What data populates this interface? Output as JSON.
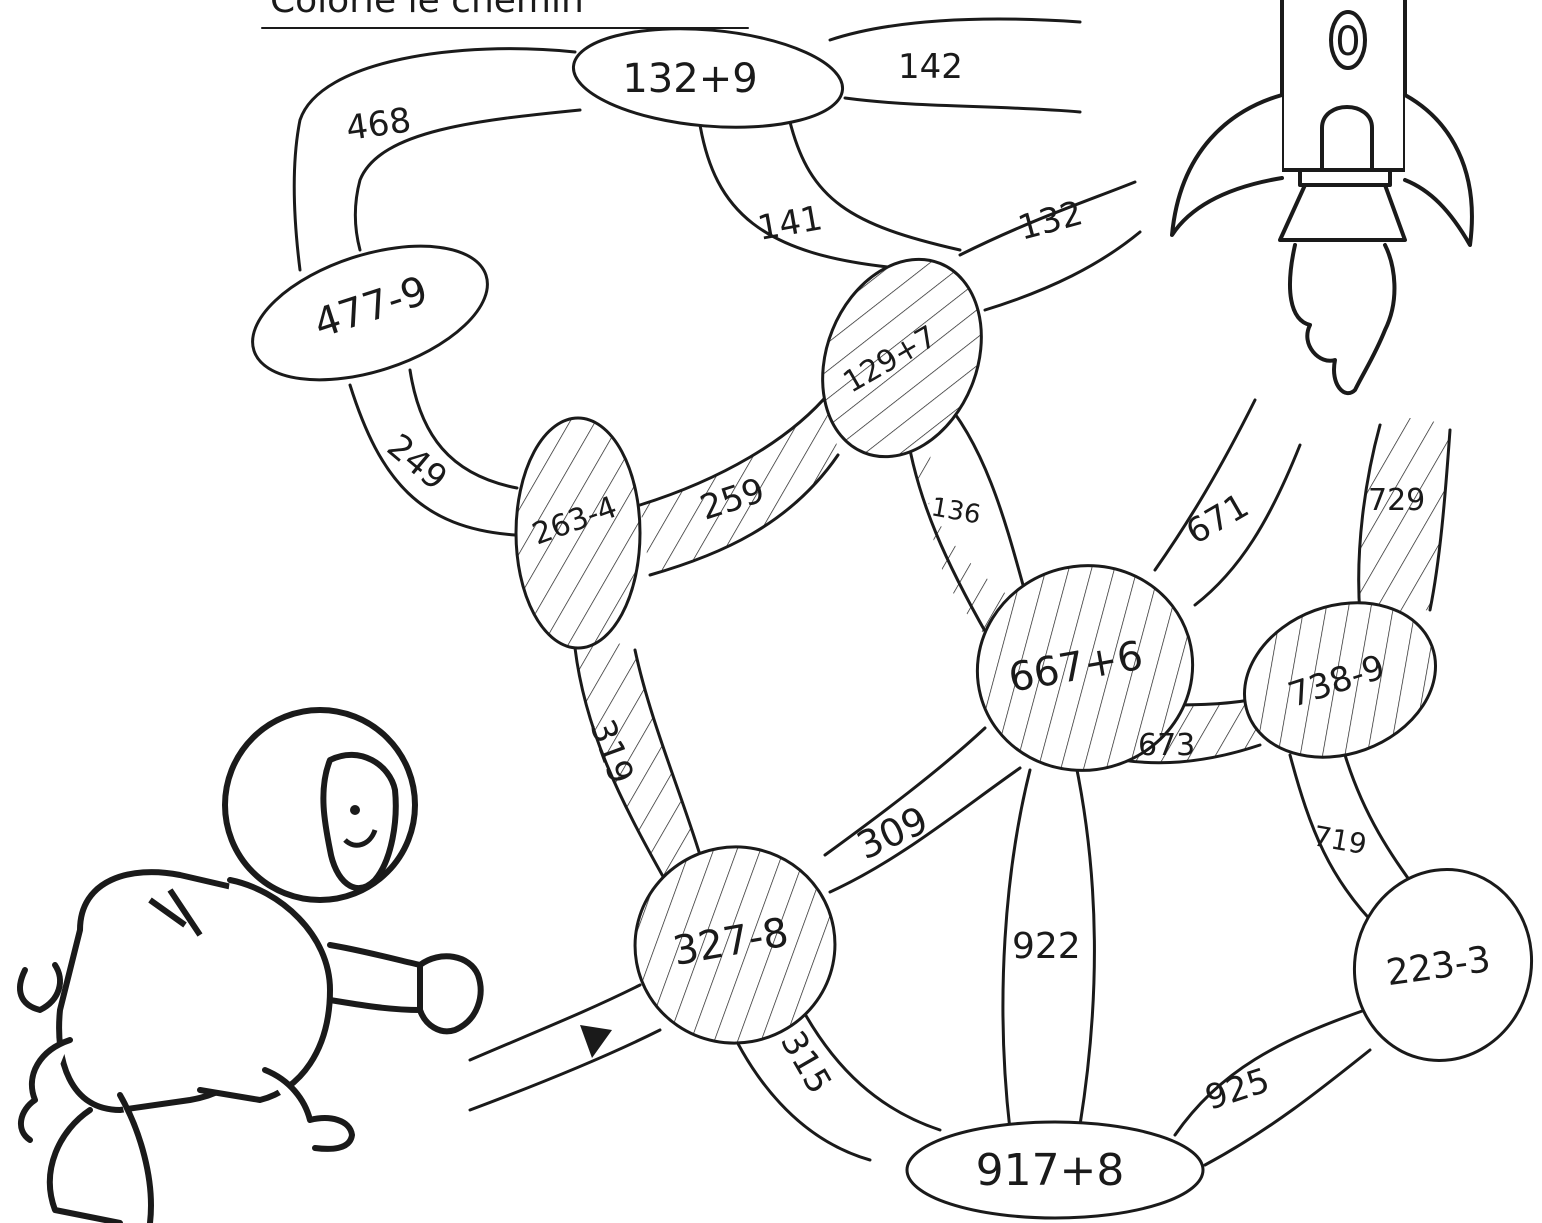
{
  "title": "Colorie le chemin",
  "rocket_label": "0",
  "nodes": [
    {
      "id": "n1",
      "label": "132+9",
      "shaded": false
    },
    {
      "id": "n2",
      "label": "477-9",
      "shaded": false
    },
    {
      "id": "n3",
      "label": "129+7",
      "shaded": true
    },
    {
      "id": "n4",
      "label": "263-4",
      "shaded": true
    },
    {
      "id": "n5",
      "label": "667+6",
      "shaded": true
    },
    {
      "id": "n6",
      "label": "738-9",
      "shaded": true
    },
    {
      "id": "n7",
      "label": "327-8",
      "shaded": true
    },
    {
      "id": "n8",
      "label": "223-3",
      "shaded": false
    },
    {
      "id": "n9",
      "label": "917+8",
      "shaded": false
    }
  ],
  "paths": [
    {
      "id": "p1",
      "label": "468",
      "shaded": false
    },
    {
      "id": "p2",
      "label": "142",
      "shaded": false
    },
    {
      "id": "p3",
      "label": "141",
      "shaded": false
    },
    {
      "id": "p4",
      "label": "132",
      "shaded": false
    },
    {
      "id": "p5",
      "label": "249",
      "shaded": false
    },
    {
      "id": "p6",
      "label": "259",
      "shaded": true
    },
    {
      "id": "p7",
      "label": "136",
      "shaded": true
    },
    {
      "id": "p8",
      "label": "671",
      "shaded": false
    },
    {
      "id": "p9",
      "label": "729",
      "shaded": true
    },
    {
      "id": "p10",
      "label": "319",
      "shaded": true
    },
    {
      "id": "p11",
      "label": "673",
      "shaded": true
    },
    {
      "id": "p12",
      "label": "309",
      "shaded": false
    },
    {
      "id": "p13",
      "label": "719",
      "shaded": false
    },
    {
      "id": "p14",
      "label": "922",
      "shaded": false
    },
    {
      "id": "p15",
      "label": "315",
      "shaded": false
    },
    {
      "id": "p16",
      "label": "925",
      "shaded": false
    }
  ]
}
